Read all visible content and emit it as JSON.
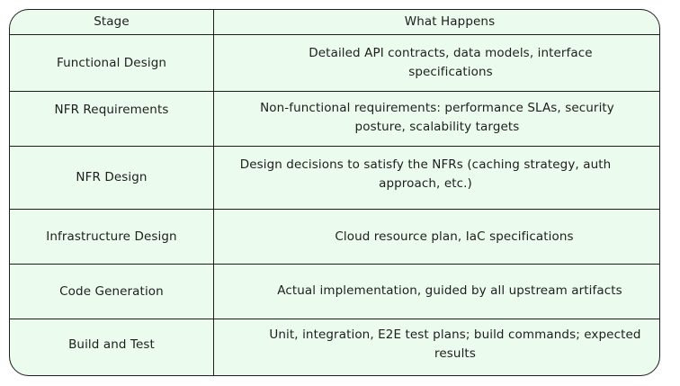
{
  "table": {
    "headers": {
      "stage": "Stage",
      "what": "What Happens"
    },
    "rows": [
      {
        "stage": "Functional Design",
        "what": "Detailed API contracts, data models, interface specifications"
      },
      {
        "stage": "NFR Requirements",
        "what": "Non-functional requirements: performance SLAs, security posture, scalability targets"
      },
      {
        "stage": "NFR Design",
        "what": "Design decisions to satisfy the NFRs (caching strategy, auth approach, etc.)"
      },
      {
        "stage": "Infrastructure Design",
        "what": "Cloud resource plan, IaC specifications"
      },
      {
        "stage": "Code Generation",
        "what": "Actual implementation, guided by all upstream artifacts"
      },
      {
        "stage": "Build and Test",
        "what": "Unit, integration, E2E test plans; build commands; expected results"
      }
    ],
    "colors": {
      "fill": "#ebfbee",
      "stroke": "#1e1e1e"
    }
  }
}
